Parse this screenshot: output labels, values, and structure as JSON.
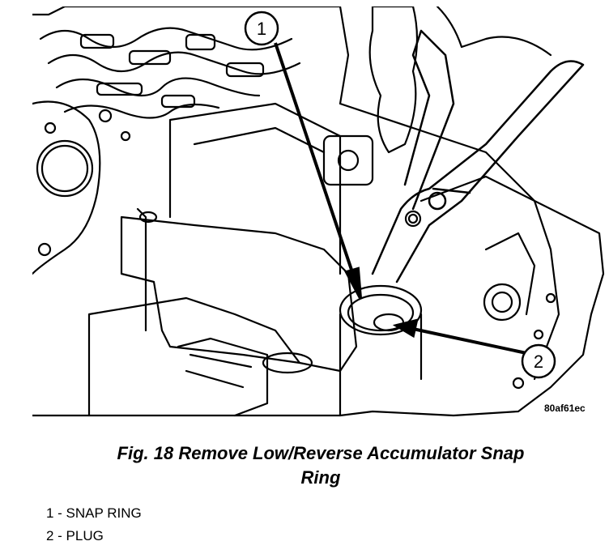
{
  "figure": {
    "callouts": [
      "1",
      "2"
    ],
    "ref_code": "80af61ec"
  },
  "caption": {
    "line1": "Fig. 18 Remove Low/Reverse Accumulator Snap",
    "line2": "Ring"
  },
  "legend": [
    {
      "text": "1 - SNAP RING"
    },
    {
      "text": "2 - PLUG"
    }
  ]
}
